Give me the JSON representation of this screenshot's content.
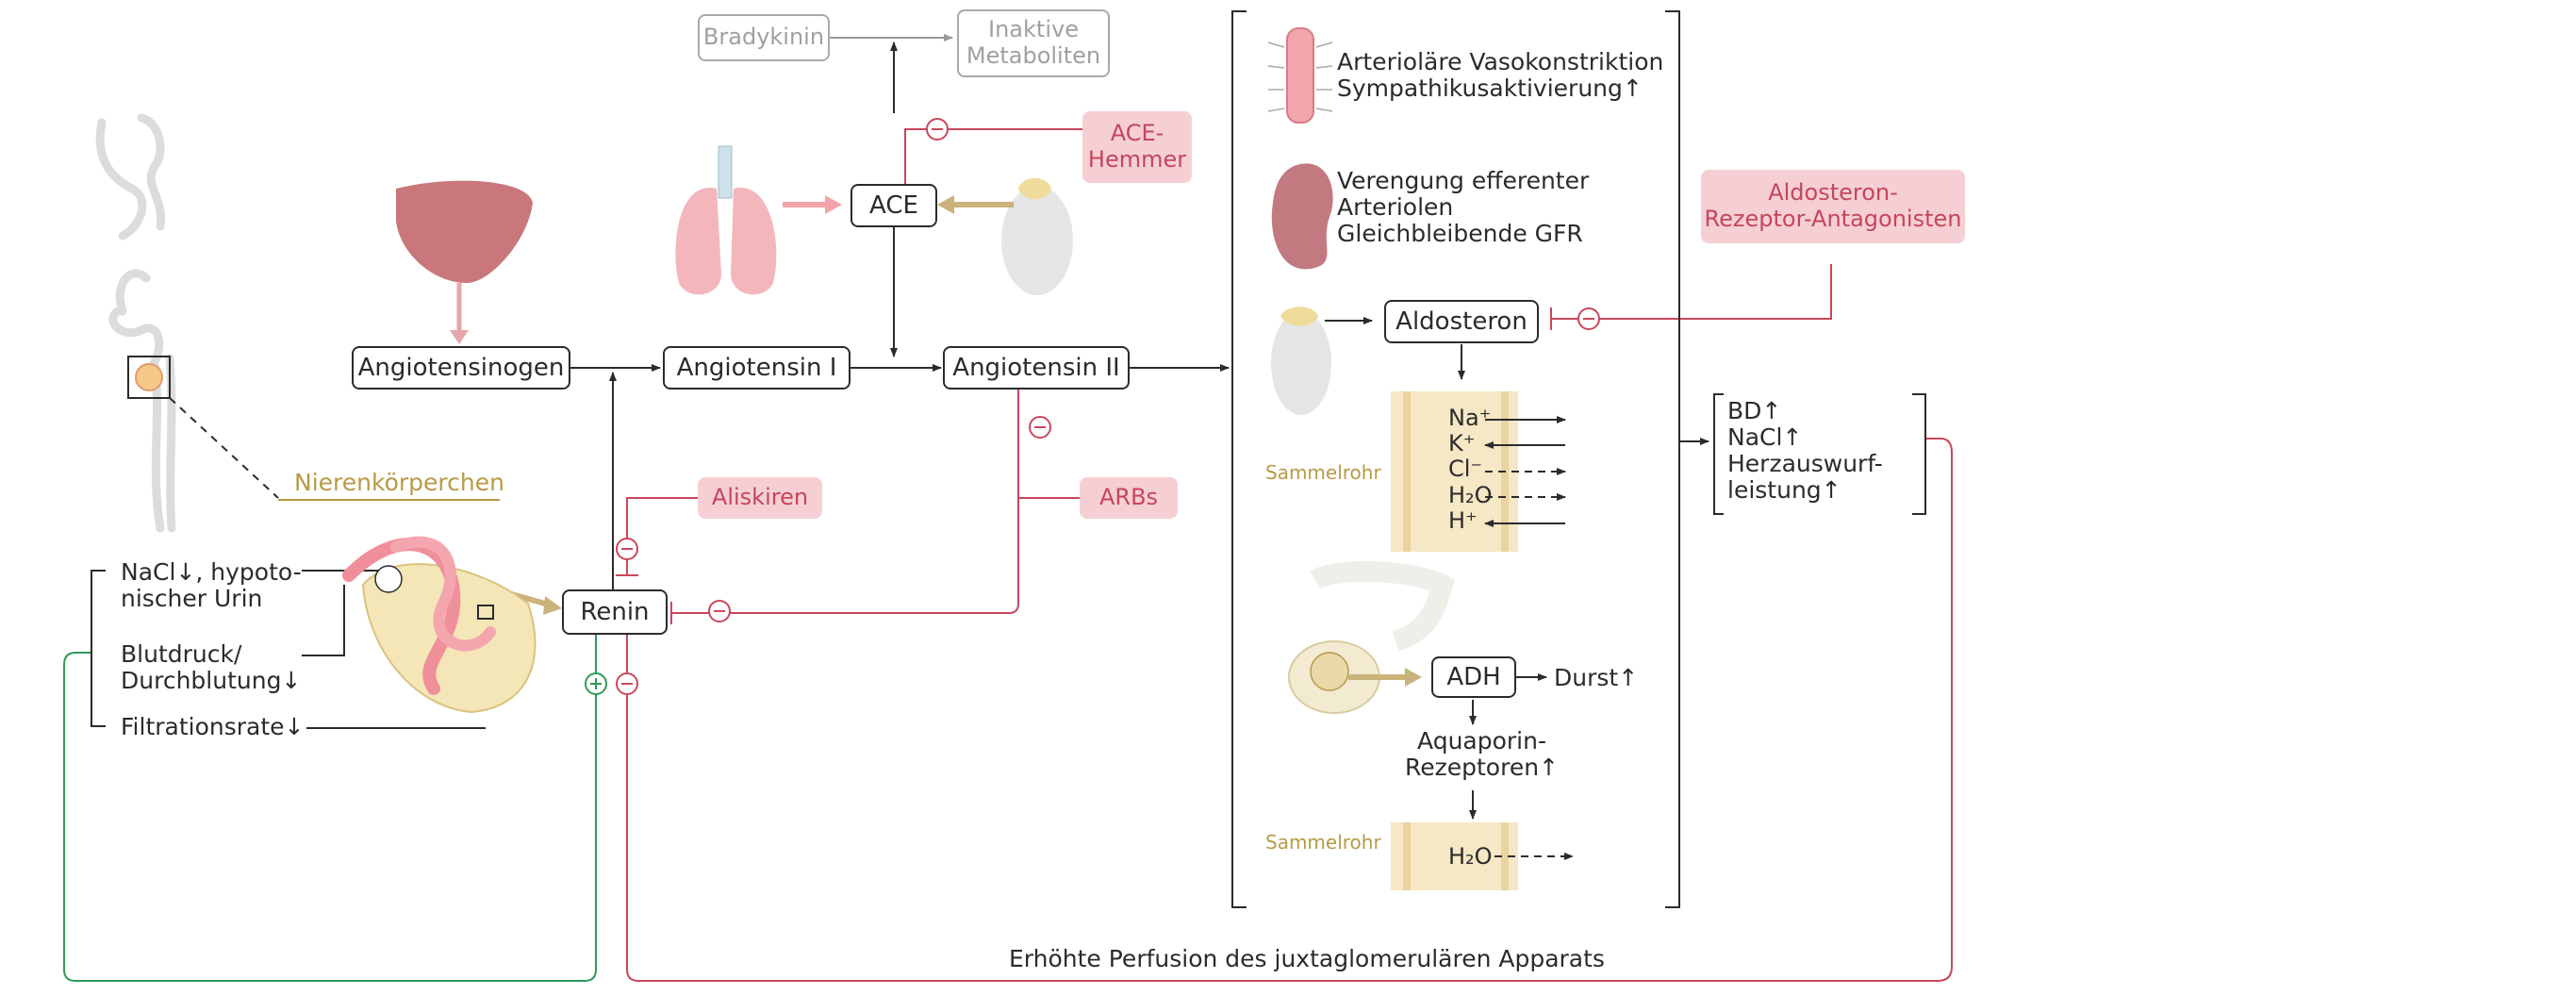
{
  "colors": {
    "line": "#2b2b2b",
    "inhibit": "#c9475b",
    "stimulate": "#2e9a5a",
    "gold": "#b89a46",
    "pink_box": "#f6cfd4",
    "gray": "#a9a9a9"
  },
  "top": {
    "bradykinin": "Bradykinin",
    "inactive_metabolites": "Inaktive\nMetaboliten",
    "ace": "ACE",
    "ace_inhibitor": "ACE-\nHemmer"
  },
  "cascade": {
    "angiotensinogen": "Angiotensinogen",
    "angiotensin1": "Angiotensin I",
    "angiotensin2": "Angiotensin II",
    "renin": "Renin"
  },
  "drugs": {
    "aliskiren": "Aliskiren",
    "arbs": "ARBs",
    "aldosterone_antagonists": "Aldosteron-\nRezeptor-Antagonisten"
  },
  "kidney": {
    "label": "Nierenkörperchen",
    "nacl": "NaCl↓, hypoto-\nnischer Urin",
    "blood_pressure": "Blutdruck/\nDurchblutung↓",
    "filtration": "Filtrationsrate↓"
  },
  "effects": {
    "vaso": "Arterioläre Vasokonstriktion\nSympathikusaktivierung↑",
    "efferent": "Verengung efferenter\nArteriolen\nGleichbleibende GFR",
    "aldosterone": "Aldosteron",
    "collecting_duct": "Sammelrohr",
    "ions": [
      "Na⁺",
      "K⁺",
      "Cl⁻",
      "H₂O",
      "H⁺"
    ],
    "adh": "ADH",
    "thirst": "Durst↑",
    "aquaporin": "Aquaporin-\nRezeptoren↑",
    "water": "H₂O"
  },
  "outcome": "BD↑\nNaCl↑\nHerzauswurf-\nleistung↑",
  "feedback": "Erhöhte Perfusion des juxtaglomerulären Apparats",
  "signs": {
    "minus": "−",
    "plus": "+"
  }
}
